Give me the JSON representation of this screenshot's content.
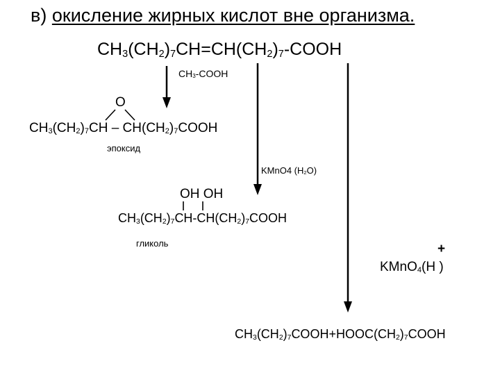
{
  "title": {
    "prefix": "в)",
    "text": "окисление жирных кислот вне организма."
  },
  "start_formula": [
    "CH",
    "3",
    "(CH",
    "2",
    ")",
    "7",
    "CH=CH(CH",
    "2",
    ")",
    "7",
    "-COOH"
  ],
  "branch1": {
    "reagent": [
      "CH",
      "3",
      "-COOH"
    ],
    "bridge_atom": "O",
    "formula": [
      "CH",
      "3",
      "(CH",
      "2",
      ")",
      "7",
      "CH – CH(CH",
      "2",
      ")",
      "7",
      "COOH"
    ],
    "label": "эпоксид"
  },
  "branch2": {
    "reagent": [
      "KMnO4 (H",
      "2",
      "O)"
    ],
    "hydroxyls": "OH OH",
    "formula": [
      "CH",
      "3",
      "(CH",
      "2",
      ")",
      "7",
      "CH-CH(CH",
      "2",
      ")",
      "7",
      "COOH"
    ],
    "label": "гликоль"
  },
  "branch3": {
    "reagent": [
      "KMnO",
      "4",
      "(H )"
    ],
    "charge": "+",
    "products": [
      "CH",
      "3",
      "(CH",
      "2",
      ")",
      "7",
      "COOH+HOOC(CH",
      "2",
      ")",
      "7",
      "COOH"
    ]
  }
}
